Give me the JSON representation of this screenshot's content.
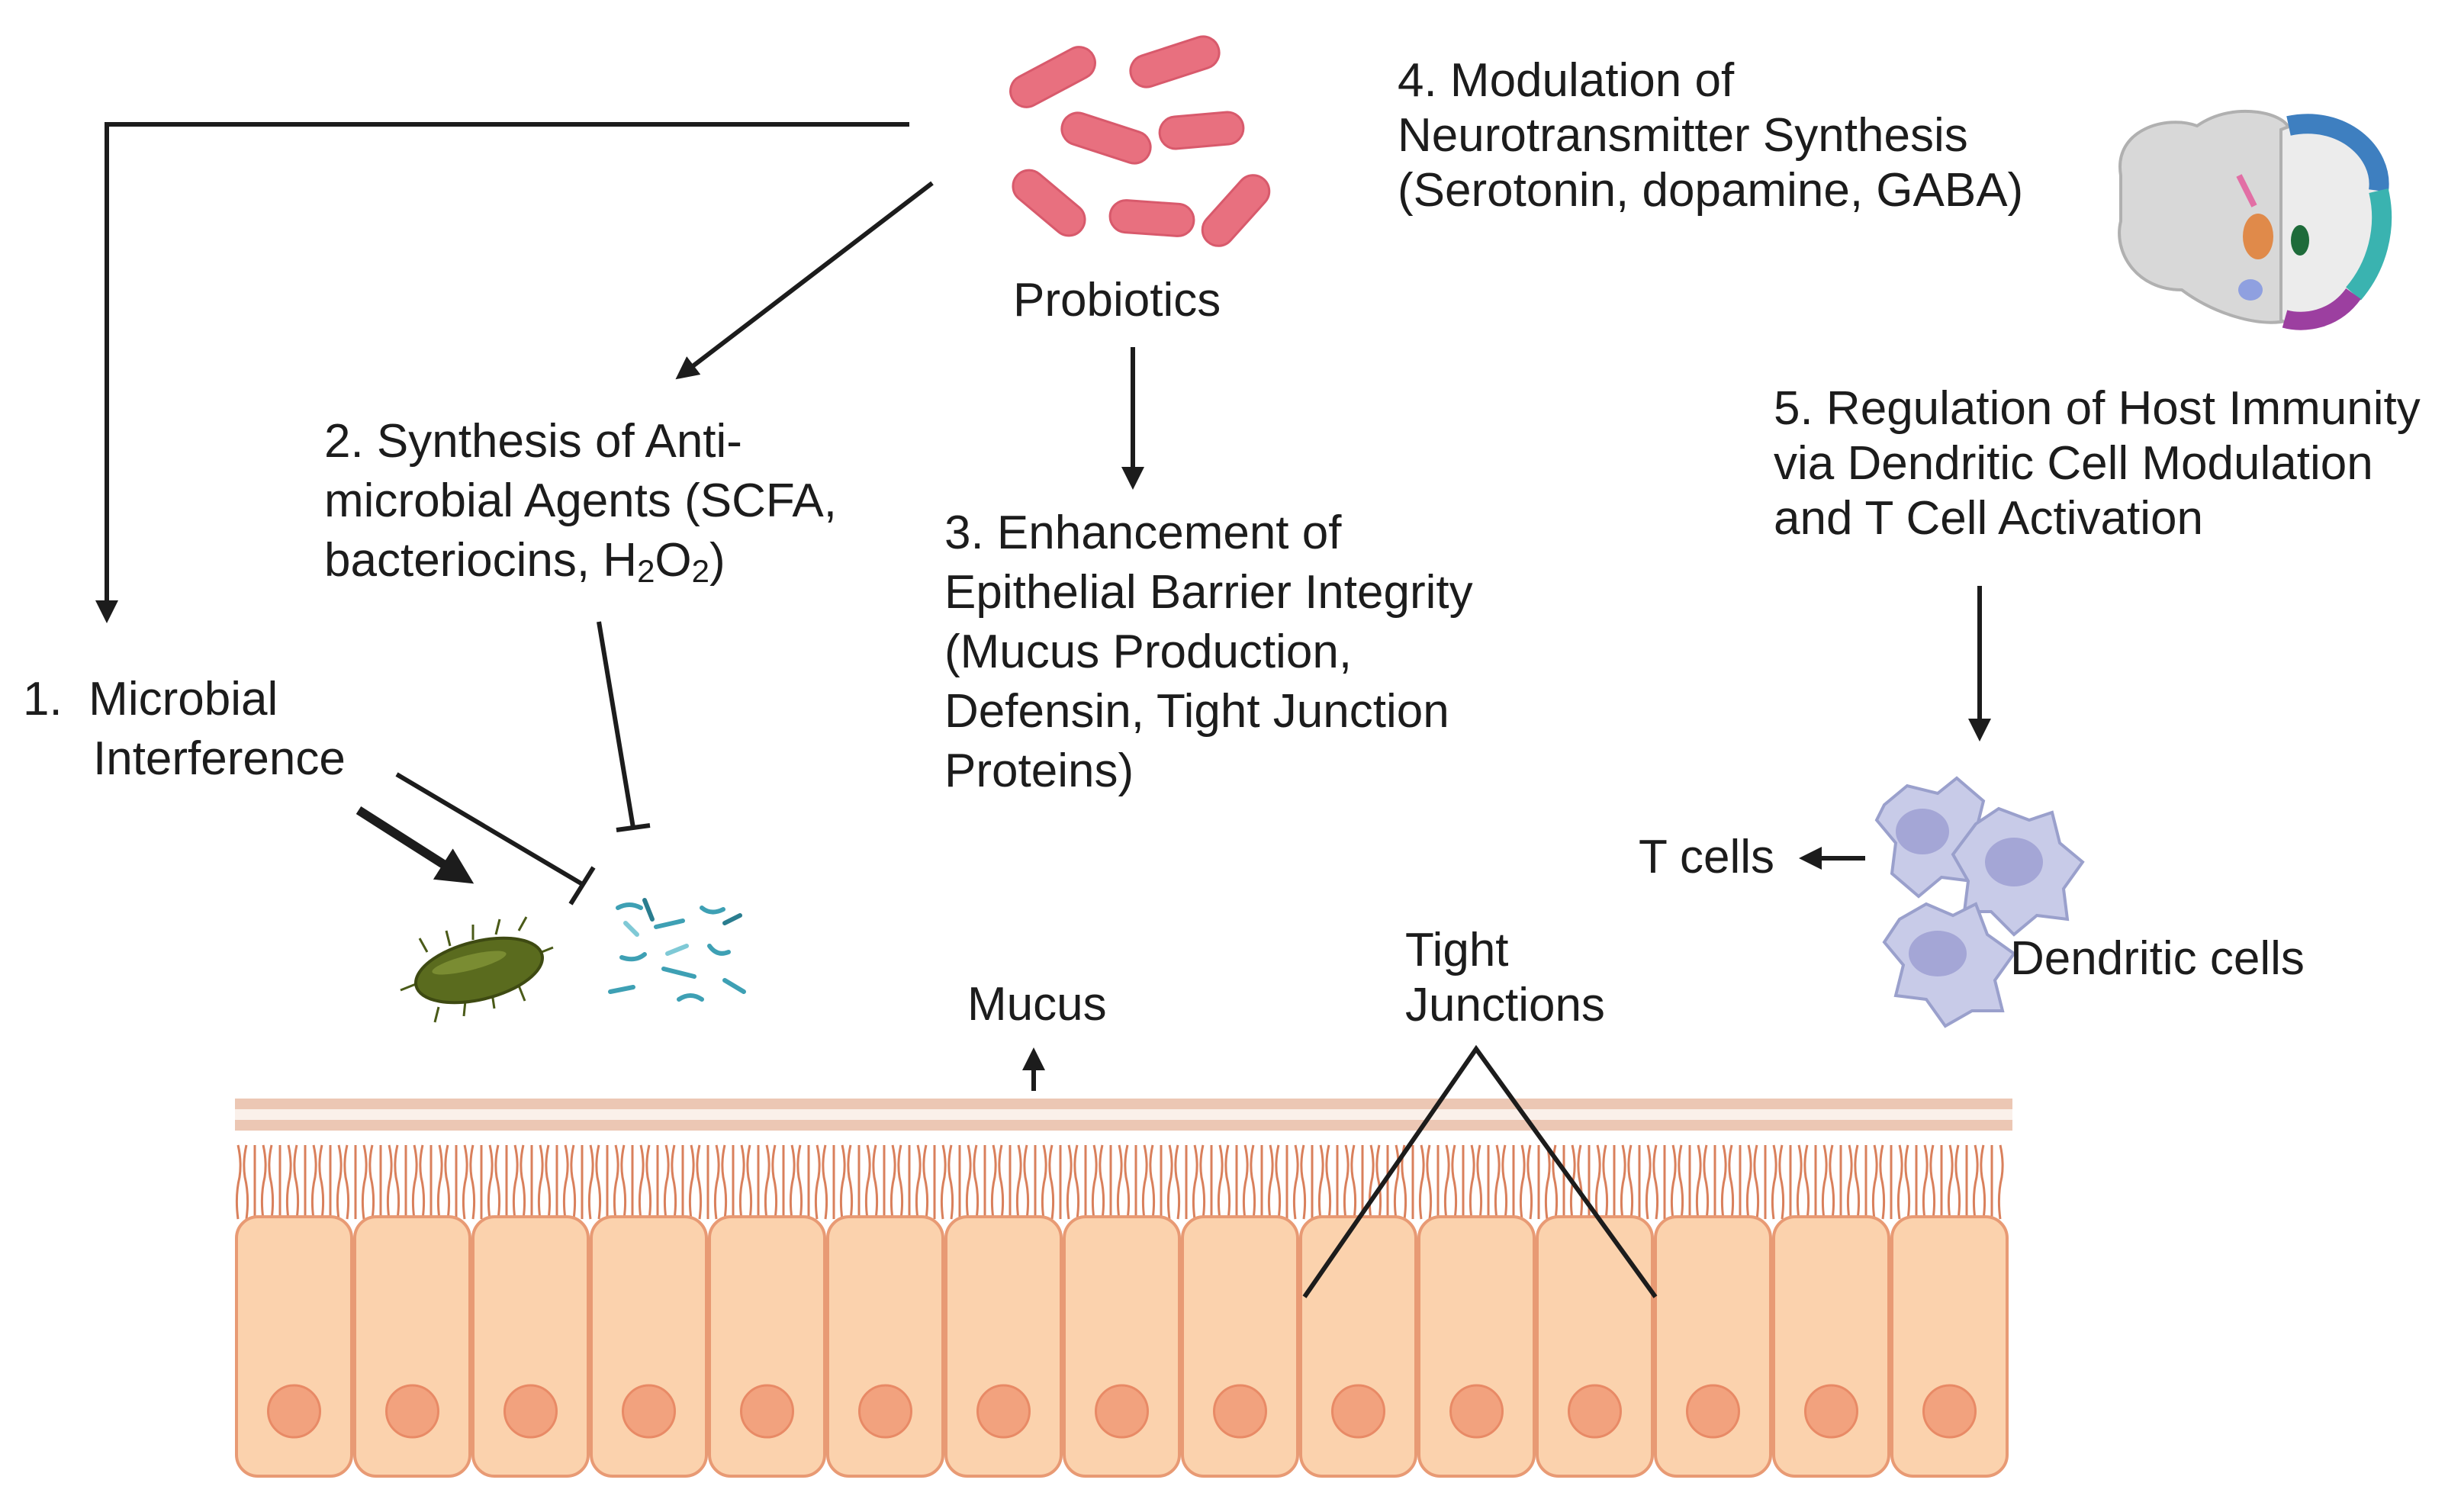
{
  "figure": {
    "probiotics_label": "Probiotics",
    "mechanism_1": {
      "number": "1.",
      "line1": "Microbial",
      "line2": "Interference"
    },
    "mechanism_2": {
      "line1": "2. Synthesis of Anti-",
      "line2": "microbial Agents (SCFA,",
      "line3_prefix": "bacteriocins, H",
      "line3_sub1": "2",
      "line3_mid": "O",
      "line3_sub2": "2",
      "line3_suffix": ")"
    },
    "mechanism_3": {
      "line1": "3. Enhancement of",
      "line2": "Epithelial Barrier Integrity",
      "line3": "(Mucus Production,",
      "line4": "Defensin, Tight Junction",
      "line5": "Proteins)"
    },
    "mechanism_4": {
      "line1": "4. Modulation of",
      "line2": "Neurotransmitter Synthesis",
      "line3": "(Serotonin, dopamine, GABA)"
    },
    "mechanism_5": {
      "line1": "5. Regulation of Host Immunity",
      "line2": "via Dendritic Cell Modulation",
      "line3": "and T Cell Activation"
    },
    "mucus_label": "Mucus",
    "tight_junctions": {
      "line1": "Tight",
      "line2": "Junctions"
    },
    "t_cells_label": "T cells",
    "dendritic_cells_label": "Dendritic cells",
    "colors": {
      "probiotic": "#e8707f",
      "pathogen": "#5a6b1e",
      "epithelium": "#fbd2ad",
      "nucleus": "#f2a27e",
      "villi": "#d9805c",
      "dendritic": "#c8cbe8",
      "arrow": "#1c1c1c"
    }
  }
}
